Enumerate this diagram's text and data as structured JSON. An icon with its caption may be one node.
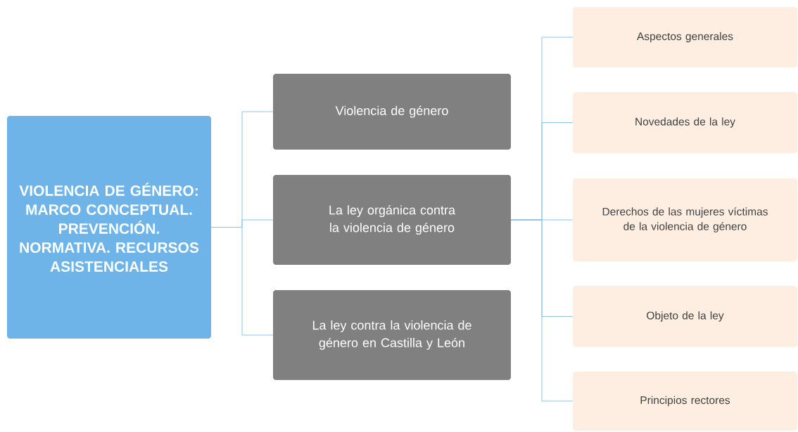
{
  "diagram": {
    "nodes": [
      {
        "text": [
          "VIOLENCIA DE GÉNERO: MARCO CONCEPTUAL. PREVENCIÓN. NORMATIVA. RECURSOS ASISTENCIALES"
        ]
      },
      {
        "text": [
          "Violencia de género"
        ]
      },
      {
        "text": [
          "La ley orgánica contra la violencia de género"
        ]
      },
      {
        "text": [
          "La ley contra la violencia de género en Castilla y León"
        ]
      },
      {
        "text": [
          "Aspectos generales"
        ]
      },
      {
        "text": [
          "Novedades de la ley"
        ]
      },
      {
        "text": [
          "Derechos de las mujeres víctimas de la violencia de género"
        ]
      },
      {
        "text": [
          "Objeto de la ley"
        ]
      },
      {
        "text": [
          "Principios rectores"
        ]
      }
    ],
    "edges": [
      {
        "from": 0,
        "to": 1,
        "arrow": "none"
      },
      {
        "from": 0,
        "to": 2,
        "arrow": "none"
      },
      {
        "from": 0,
        "to": 3,
        "arrow": "none"
      },
      {
        "from": 2,
        "to": 4,
        "arrow": "none"
      },
      {
        "from": 2,
        "to": 5,
        "arrow": "none"
      },
      {
        "from": 2,
        "to": 6,
        "arrow": "none"
      },
      {
        "from": 2,
        "to": 7,
        "arrow": "none"
      },
      {
        "from": 2,
        "to": 8,
        "arrow": "none"
      }
    ]
  }
}
